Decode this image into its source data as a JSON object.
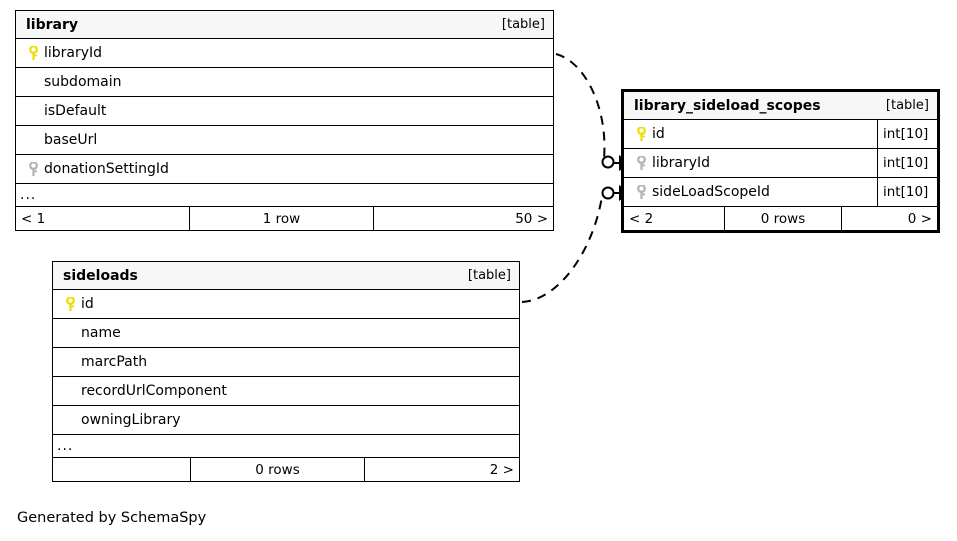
{
  "diagram": {
    "caption": "Generated by SchemaSpy",
    "kind_label": "[table]",
    "ellipsis": "...",
    "icons": {
      "primary_key": "key-icon",
      "foreign_key": "key-icon"
    },
    "colors": {
      "primary_key": "#e8e000",
      "foreign_key": "#b3b3b3",
      "header_background": "#f7f7f7",
      "border": "#000000",
      "background": "#ffffff"
    }
  },
  "tables": {
    "library": {
      "name": "library",
      "kind": "[table]",
      "focused": false,
      "columns": [
        {
          "name": "libraryId",
          "key": "primary"
        },
        {
          "name": "subdomain",
          "key": "none"
        },
        {
          "name": "isDefault",
          "key": "none"
        },
        {
          "name": "baseUrl",
          "key": "none"
        },
        {
          "name": "donationSettingId",
          "key": "foreign"
        }
      ],
      "more": "...",
      "footer": {
        "left": "< 1",
        "middle": "1 row",
        "right": "50 >"
      }
    },
    "library_sideload_scopes": {
      "name": "library_sideload_scopes",
      "kind": "[table]",
      "focused": true,
      "columns": [
        {
          "name": "id",
          "key": "primary",
          "type": "int[10]"
        },
        {
          "name": "libraryId",
          "key": "foreign",
          "type": "int[10]"
        },
        {
          "name": "sideLoadScopeId",
          "key": "foreign",
          "type": "int[10]"
        }
      ],
      "footer": {
        "left": "< 2",
        "middle": "0 rows",
        "right": "0 >"
      }
    },
    "sideloads": {
      "name": "sideloads",
      "kind": "[table]",
      "focused": false,
      "columns": [
        {
          "name": "id",
          "key": "primary"
        },
        {
          "name": "name",
          "key": "none"
        },
        {
          "name": "marcPath",
          "key": "none"
        },
        {
          "name": "recordUrlComponent",
          "key": "none"
        },
        {
          "name": "owningLibrary",
          "key": "none"
        }
      ],
      "more": "...",
      "footer": {
        "left": "",
        "middle": "0 rows",
        "right": "2 >"
      }
    }
  },
  "relationships": [
    {
      "name": "library-to-library_sideload_scopes",
      "from_table": "library",
      "from_column": "libraryId",
      "to_table": "library_sideload_scopes",
      "to_column": "libraryId",
      "style": "dashed"
    },
    {
      "name": "sideloads-to-library_sideload_scopes",
      "from_table": "sideloads",
      "from_column": "id",
      "to_table": "library_sideload_scopes",
      "to_column": "sideLoadScopeId",
      "style": "dashed"
    }
  ]
}
